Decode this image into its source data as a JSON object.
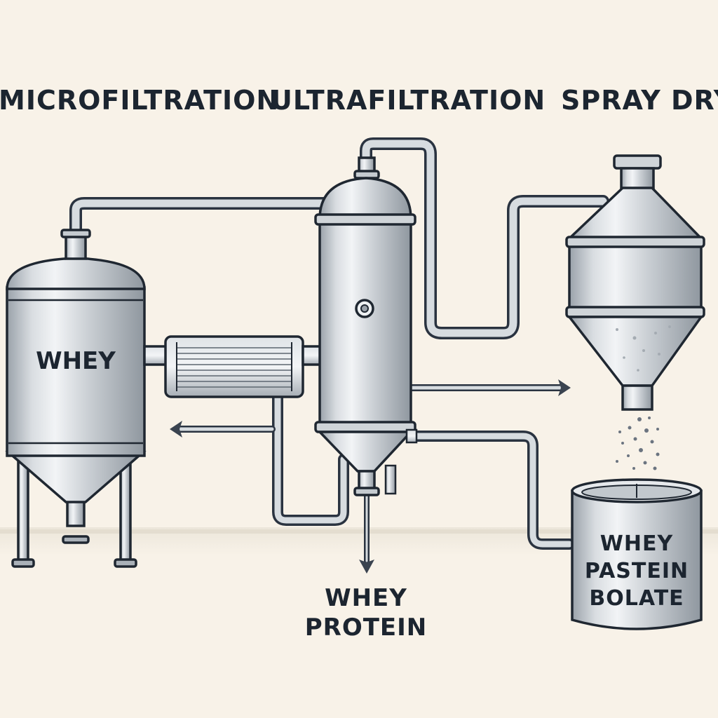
{
  "stages": {
    "microfiltration": "MICROFILTRATION",
    "ultrafiltration": "ULTRAFILTRATION",
    "spray_dryer": "SPRAY DRYE"
  },
  "vessels": {
    "whey_tank": "WHEY"
  },
  "products": {
    "whey_protein": [
      "WHEY",
      "PROTEIN"
    ],
    "isolate_bin": [
      "WHEY",
      "PASTEIN",
      "BOLATE"
    ]
  },
  "colors": {
    "background": "#f8f2e8",
    "ink": "#1c2530",
    "steel": "#c9ced3",
    "steel_highlight": "#eef1f3",
    "steel_shadow": "#9aa2aa"
  }
}
